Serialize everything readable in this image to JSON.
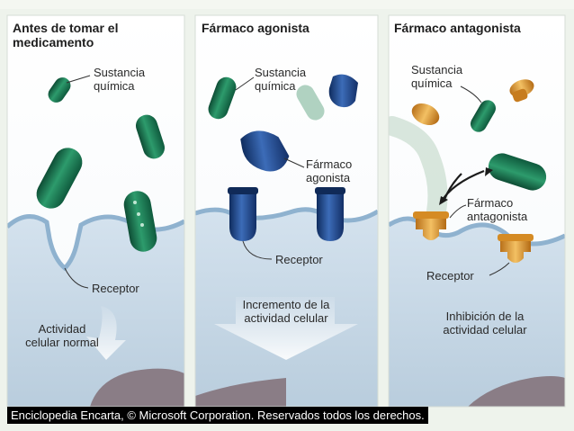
{
  "panels": [
    {
      "title": "Antes de tomar el medicamento",
      "labels": {
        "substance": "Sustancia química",
        "receptor": "Receptor",
        "activity": "Actividad celular normal"
      }
    },
    {
      "title": "Fármaco agonista",
      "labels": {
        "substance": "Sustancia química",
        "drug": "Fármaco agonista",
        "receptor": "Receptor",
        "activity": "Incremento de la actividad celular"
      }
    },
    {
      "title": "Fármaco antagonista",
      "labels": {
        "substance": "Sustancia química",
        "drug": "Fármaco antagonista",
        "receptor": "Receptor",
        "activity": "Inhibición de la actividad celular"
      }
    }
  ],
  "credit": "Enciclopedia Encarta, © Microsoft Corporation. Reservados todos los derechos.",
  "colors": {
    "substance": "#1f7a56",
    "agonist": "#23478a",
    "antagonist": "#e0a030",
    "cell": "#c5d6e4",
    "membrane": "#8fb2cf",
    "nucleus": "#8a7d86"
  }
}
